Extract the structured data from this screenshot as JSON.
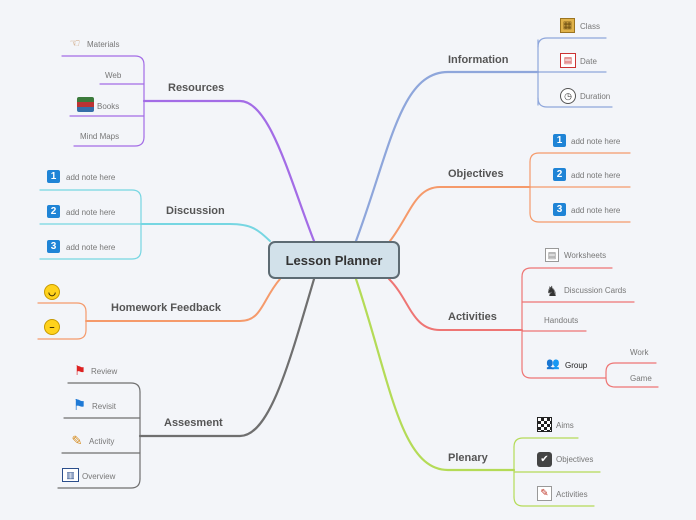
{
  "central": "Lesson Planner",
  "branches": {
    "information": {
      "label": "Information",
      "color": "#8ea6db",
      "items": [
        {
          "label": "Class",
          "icon": "building-icon"
        },
        {
          "label": "Date",
          "icon": "calendar-icon"
        },
        {
          "label": "Duration",
          "icon": "clock-icon"
        }
      ]
    },
    "objectives": {
      "label": "Objectives",
      "color": "#f59a6b",
      "items": [
        {
          "num": "1",
          "label": "add note here",
          "icon": "number-1-icon"
        },
        {
          "num": "2",
          "label": "add note here",
          "icon": "number-2-icon"
        },
        {
          "num": "3",
          "label": "add note here",
          "icon": "number-3-icon"
        }
      ]
    },
    "activities": {
      "label": "Activities",
      "color": "#ee7574",
      "items": [
        {
          "label": "Worksheets",
          "icon": "worksheet-icon"
        },
        {
          "label": "Discussion Cards",
          "icon": "chess-piece-icon"
        },
        {
          "label": "Handouts"
        },
        {
          "label": "Group",
          "icon": "people-icon"
        }
      ],
      "group_children": [
        "Work",
        "Game"
      ]
    },
    "plenary": {
      "label": "Plenary",
      "color": "#b4db57",
      "items": [
        {
          "label": "Aims",
          "icon": "checkered-flag-icon"
        },
        {
          "label": "Objectives",
          "icon": "checkbox-icon"
        },
        {
          "label": "Activities",
          "icon": "notepad-pencil-icon"
        }
      ]
    },
    "resources": {
      "label": "Resources",
      "color": "#a36ce6",
      "items": [
        {
          "label": "Materials",
          "icon": "pointing-hand-icon"
        },
        {
          "label": "Web"
        },
        {
          "label": "Books",
          "icon": "books-icon"
        },
        {
          "label": "Mind Maps"
        }
      ]
    },
    "discussion": {
      "label": "Discussion",
      "color": "#76d6e2",
      "items": [
        {
          "num": "1",
          "label": "add note here",
          "icon": "number-1-icon"
        },
        {
          "num": "2",
          "label": "add note here",
          "icon": "number-2-icon"
        },
        {
          "num": "3",
          "label": "add note here",
          "icon": "number-3-icon"
        }
      ]
    },
    "homework": {
      "label": "Homework Feedback",
      "color": "#f59a6b",
      "items": [
        {
          "icon": "smiley-happy-icon"
        },
        {
          "icon": "smiley-neutral-icon"
        }
      ]
    },
    "assessment": {
      "label": "Assesment",
      "color": "#6f6f6f",
      "items": [
        {
          "label": "Review",
          "icon": "red-flag-icon"
        },
        {
          "label": "Revisit",
          "icon": "blue-flag-icon"
        },
        {
          "label": "Activity",
          "icon": "pencil-icon"
        },
        {
          "label": "Overview",
          "icon": "open-book-icon"
        }
      ]
    }
  }
}
